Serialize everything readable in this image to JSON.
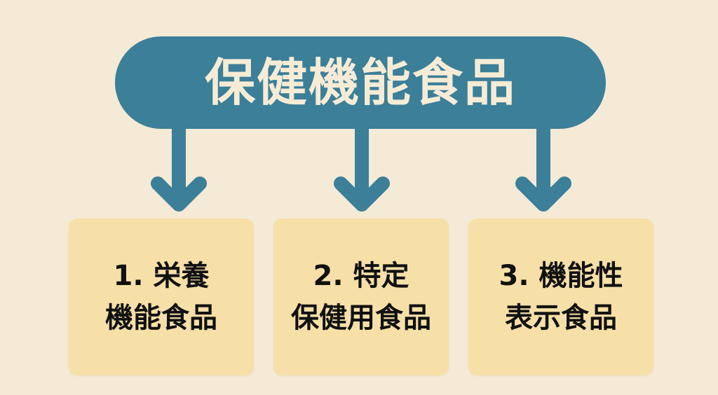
{
  "title": "保健機能食品",
  "categories": [
    {
      "line1": "1. 栄養",
      "line2": "機能食品"
    },
    {
      "line1": "2. 特定",
      "line2": "保健用食品"
    },
    {
      "line1": "3. 機能性",
      "line2": "表示食品"
    }
  ],
  "colors": {
    "background": "#f4ead6",
    "accent": "#3b7f99",
    "box": "#f6e0a8",
    "title_text": "#f6ecd6",
    "box_text": "#111111"
  }
}
